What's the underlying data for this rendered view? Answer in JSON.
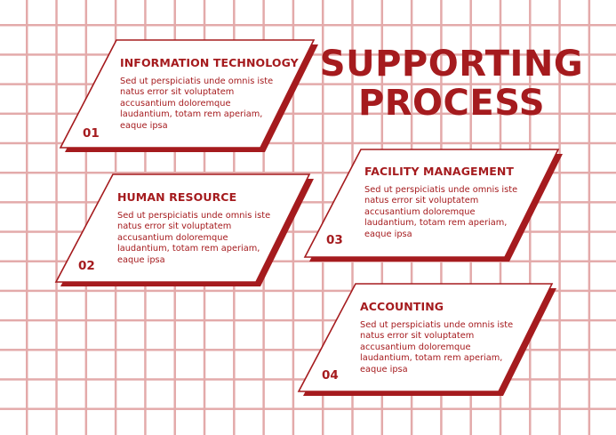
{
  "title": {
    "line1": "SUPPORTING",
    "line2": "PROCESS"
  },
  "colors": {
    "accent": "#a51b1e",
    "grid": "#e3aaaa",
    "background": "#ffffff"
  },
  "cards": [
    {
      "number": "01",
      "heading": "INFORMATION TECHNOLOGY",
      "body": "Sed ut perspiciatis unde omnis iste natus error sit voluptatem accusantium doloremque laudantium, totam rem aperiam, eaque ipsa"
    },
    {
      "number": "02",
      "heading": "HUMAN RESOURCE",
      "body": "Sed ut perspiciatis unde omnis iste natus error sit voluptatem accusantium doloremque laudantium, totam rem aperiam, eaque ipsa"
    },
    {
      "number": "03",
      "heading": "FACILITY MANAGEMENT",
      "body": "Sed ut perspiciatis unde omnis iste natus error sit voluptatem accusantium doloremque laudantium, totam rem aperiam, eaque ipsa"
    },
    {
      "number": "04",
      "heading": "ACCOUNTING",
      "body": "Sed ut perspiciatis unde omnis iste natus error sit voluptatem accusantium doloremque laudantium, totam rem aperiam, eaque ipsa"
    }
  ]
}
